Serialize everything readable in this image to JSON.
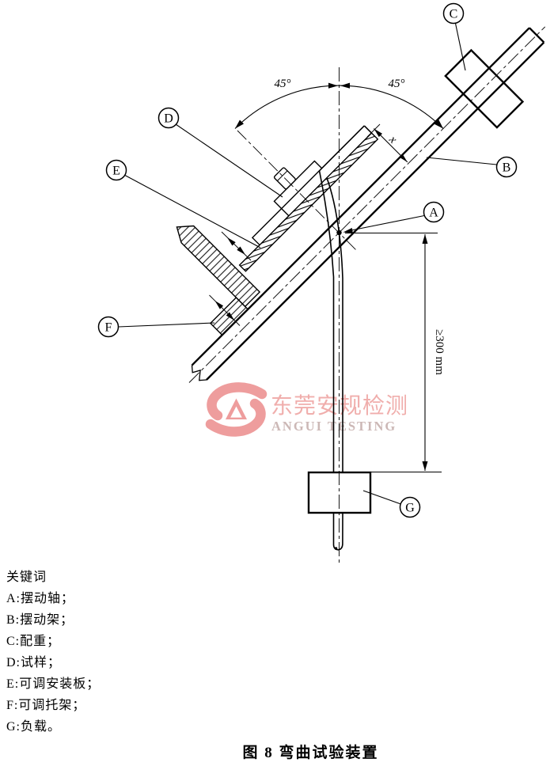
{
  "figure": {
    "caption": "图 8  弯曲试验装置",
    "keywords_title": "关键词",
    "key_items": [
      "A:摆动轴；",
      "B:摆动架；",
      "C:配重；",
      "D:试样；",
      "E:可调安装板；",
      "F:可调托架；",
      "G:负载。"
    ],
    "part_labels": {
      "a": "A",
      "b": "B",
      "c": "C",
      "d": "D",
      "e": "E",
      "f": "F",
      "g": "G"
    },
    "annotations": {
      "angle_left": "45°",
      "angle_right": "45°",
      "x_dim": "x",
      "length_dim": "≥300 mm"
    }
  },
  "watermark": {
    "cn": "东莞安规检测",
    "en": "ANGUI TESTING",
    "mark_color": "#ee9d9d",
    "cn_color": "#f0aeac",
    "en_color": "#ccb8b6"
  },
  "line_color": "#000000"
}
